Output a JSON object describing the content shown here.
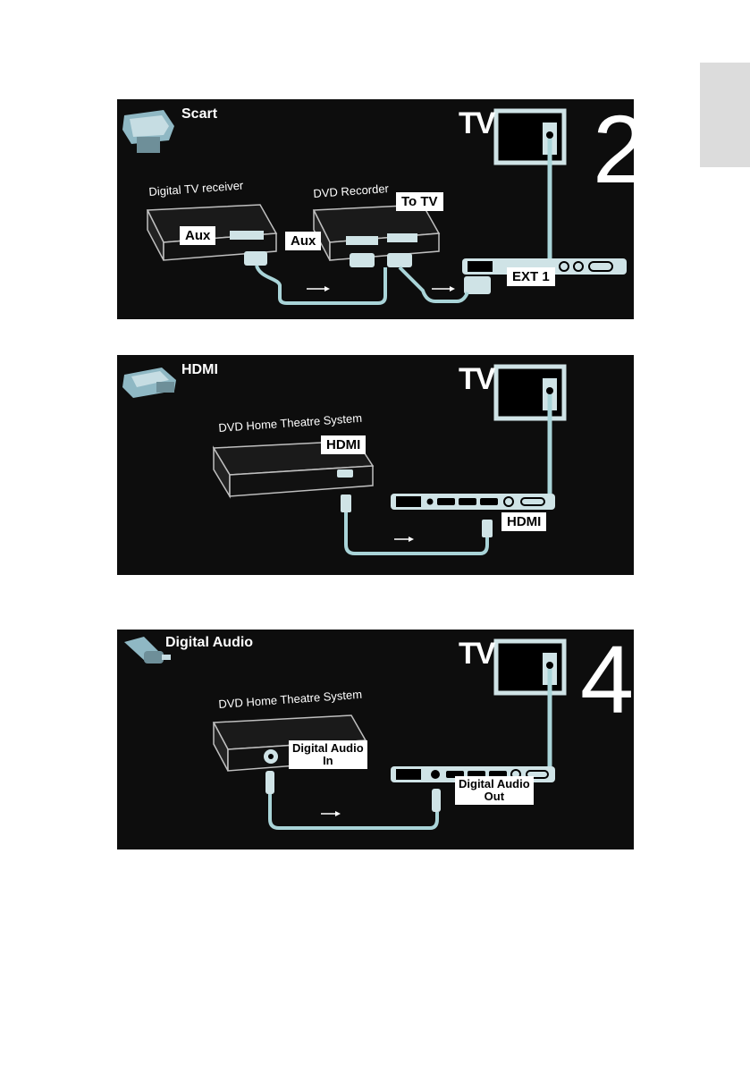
{
  "panels": [
    {
      "title": "Scart",
      "tv_label": "TV",
      "step_number": "2",
      "devices": [
        "Digital TV receiver",
        "DVD Recorder"
      ],
      "tags": [
        "Aux",
        "Aux",
        "To TV",
        "EXT 1"
      ]
    },
    {
      "title": "HDMI",
      "tv_label": "TV",
      "devices": [
        "DVD Home Theatre System"
      ],
      "tags": [
        "HDMI",
        "HDMI"
      ]
    },
    {
      "title": "Digital Audio",
      "tv_label": "TV",
      "step_number": "4",
      "devices": [
        "DVD Home Theatre System"
      ],
      "tags": [
        "Digital Audio In",
        "Digital Audio Out"
      ],
      "tag_lines": {
        "in": [
          "Digital Audio",
          "In"
        ],
        "out": [
          "Digital Audio",
          "Out"
        ]
      }
    }
  ],
  "colors": {
    "panel_bg": "#0d0d0d",
    "cable": "#a9d4d8",
    "tv_panel": "#cfe3e6"
  }
}
